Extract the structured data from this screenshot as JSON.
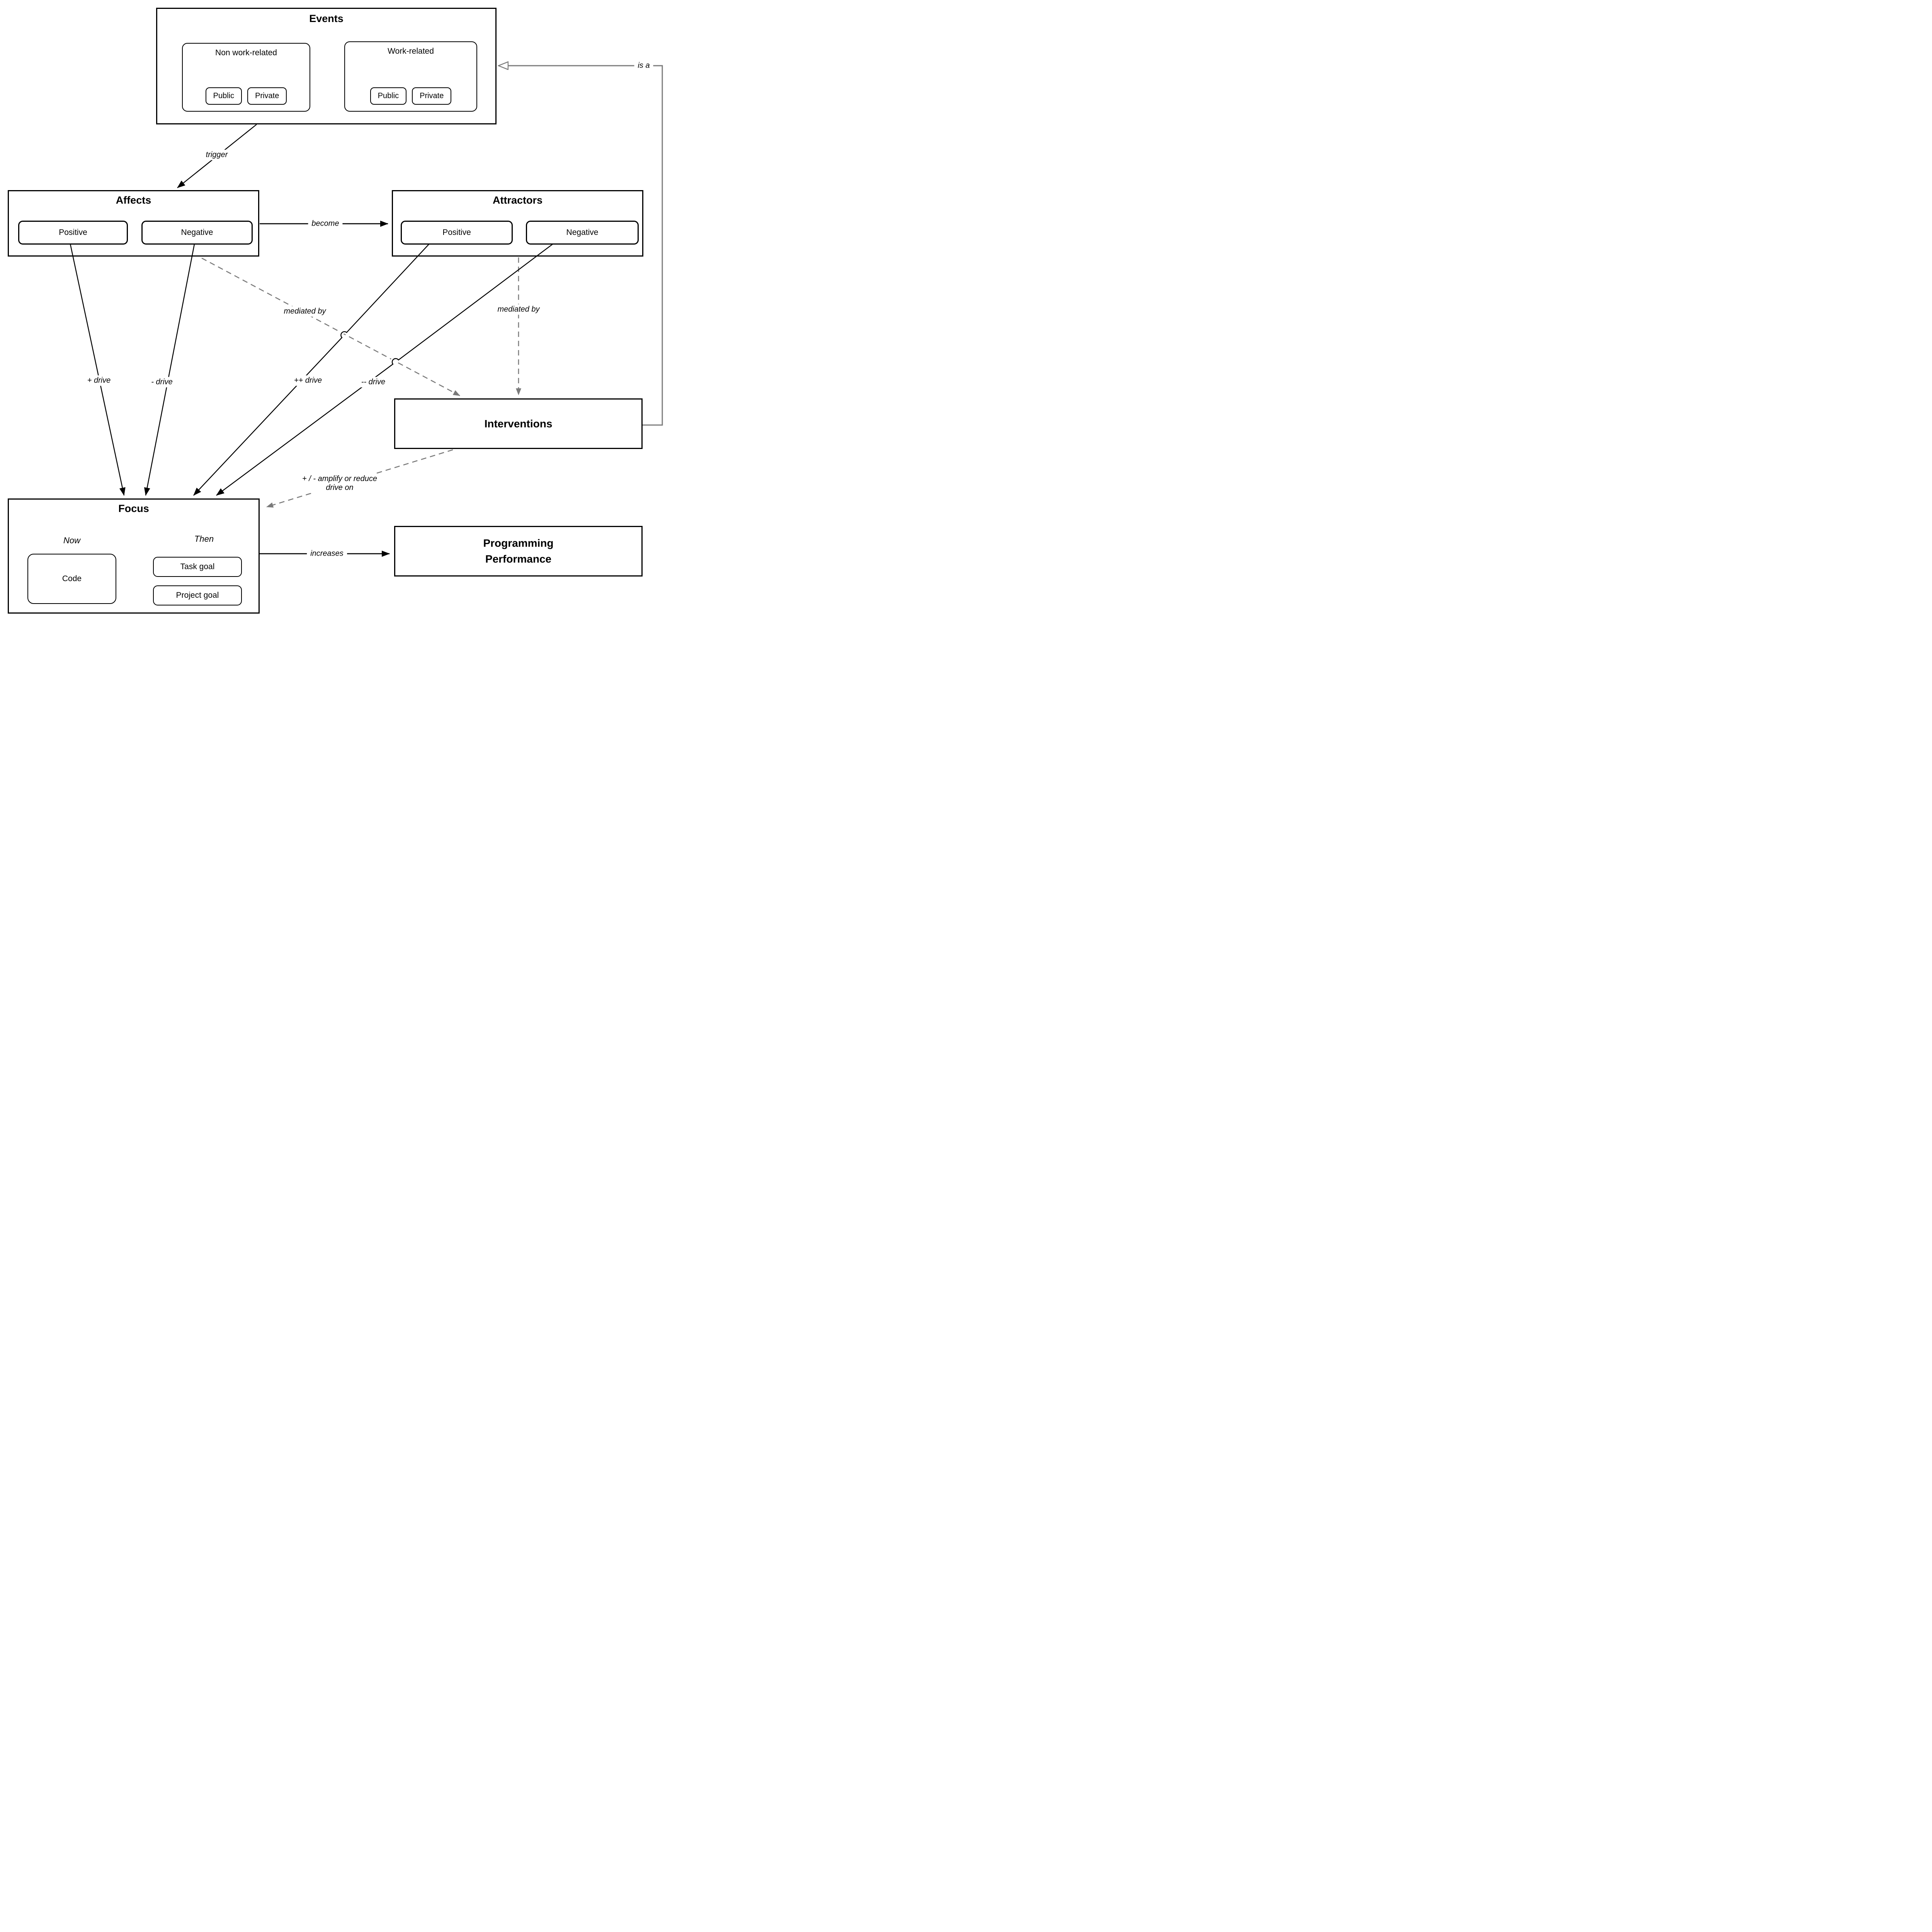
{
  "colors": {
    "ink": "#000000",
    "gray": "#7a7a7a",
    "background": "#ffffff"
  },
  "events": {
    "title": "Events",
    "non_work": {
      "label": "Non work-related",
      "public": "Public",
      "private": "Private"
    },
    "work": {
      "label": "Work-related",
      "public": "Public",
      "private": "Private"
    }
  },
  "affects": {
    "title": "Affects",
    "positive": "Positive",
    "negative": "Negative"
  },
  "attractors": {
    "title": "Attractors",
    "positive": "Positive",
    "negative": "Negative"
  },
  "interventions": {
    "title": "Interventions"
  },
  "focus": {
    "title": "Focus",
    "now": "Now",
    "then": "Then",
    "code": "Code",
    "task_goal": "Task goal",
    "project_goal": "Project goal"
  },
  "performance": {
    "line1": "Programming",
    "line2": "Performance"
  },
  "edges": {
    "trigger": "trigger",
    "become": "become",
    "plus_drive": "+ drive",
    "minus_drive": "- drive",
    "plus_plus_drive": "++ drive",
    "minus_minus_drive": "-- drive",
    "mediated_by_affects": "mediated by",
    "mediated_by_attractors": "mediated by",
    "amplify_line1": "+ / - amplify or reduce",
    "amplify_line2": "drive on",
    "increases": "increases",
    "is_a": "is a"
  }
}
